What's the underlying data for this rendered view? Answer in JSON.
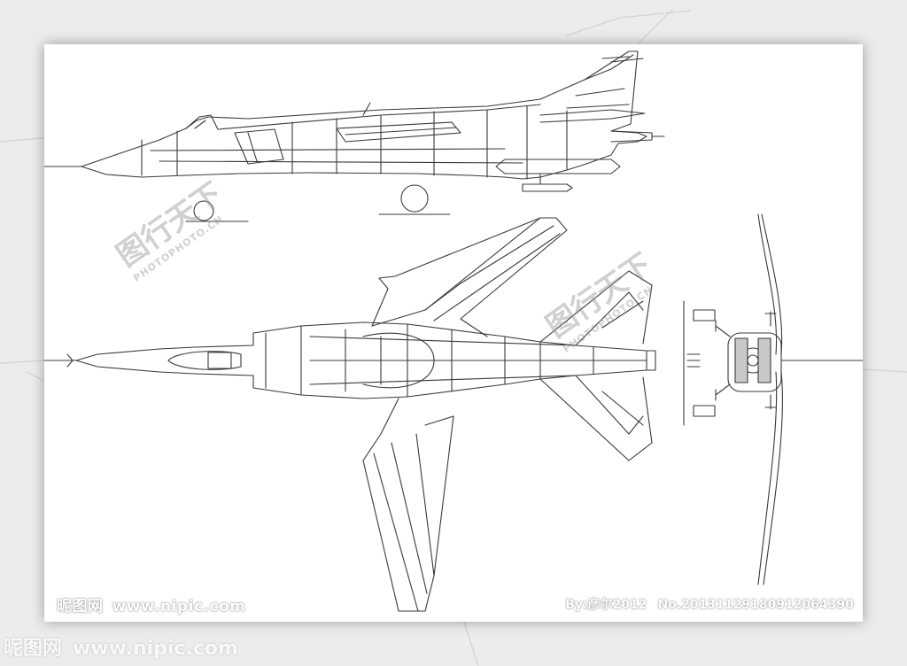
{
  "watermark": {
    "site_name": "昵图网",
    "site_url": "www.nipic.com",
    "credit": "By:彦尔2012",
    "image_no": "No.20131129180912064390",
    "stamp_cn": "图行天下",
    "stamp_en": "PHOTOPHOTO.CN"
  },
  "colors": {
    "outline": "#3a3a3a",
    "background": "#ececec",
    "sheet": "#ffffff"
  },
  "views": [
    "side-view",
    "top-view",
    "front-view"
  ]
}
